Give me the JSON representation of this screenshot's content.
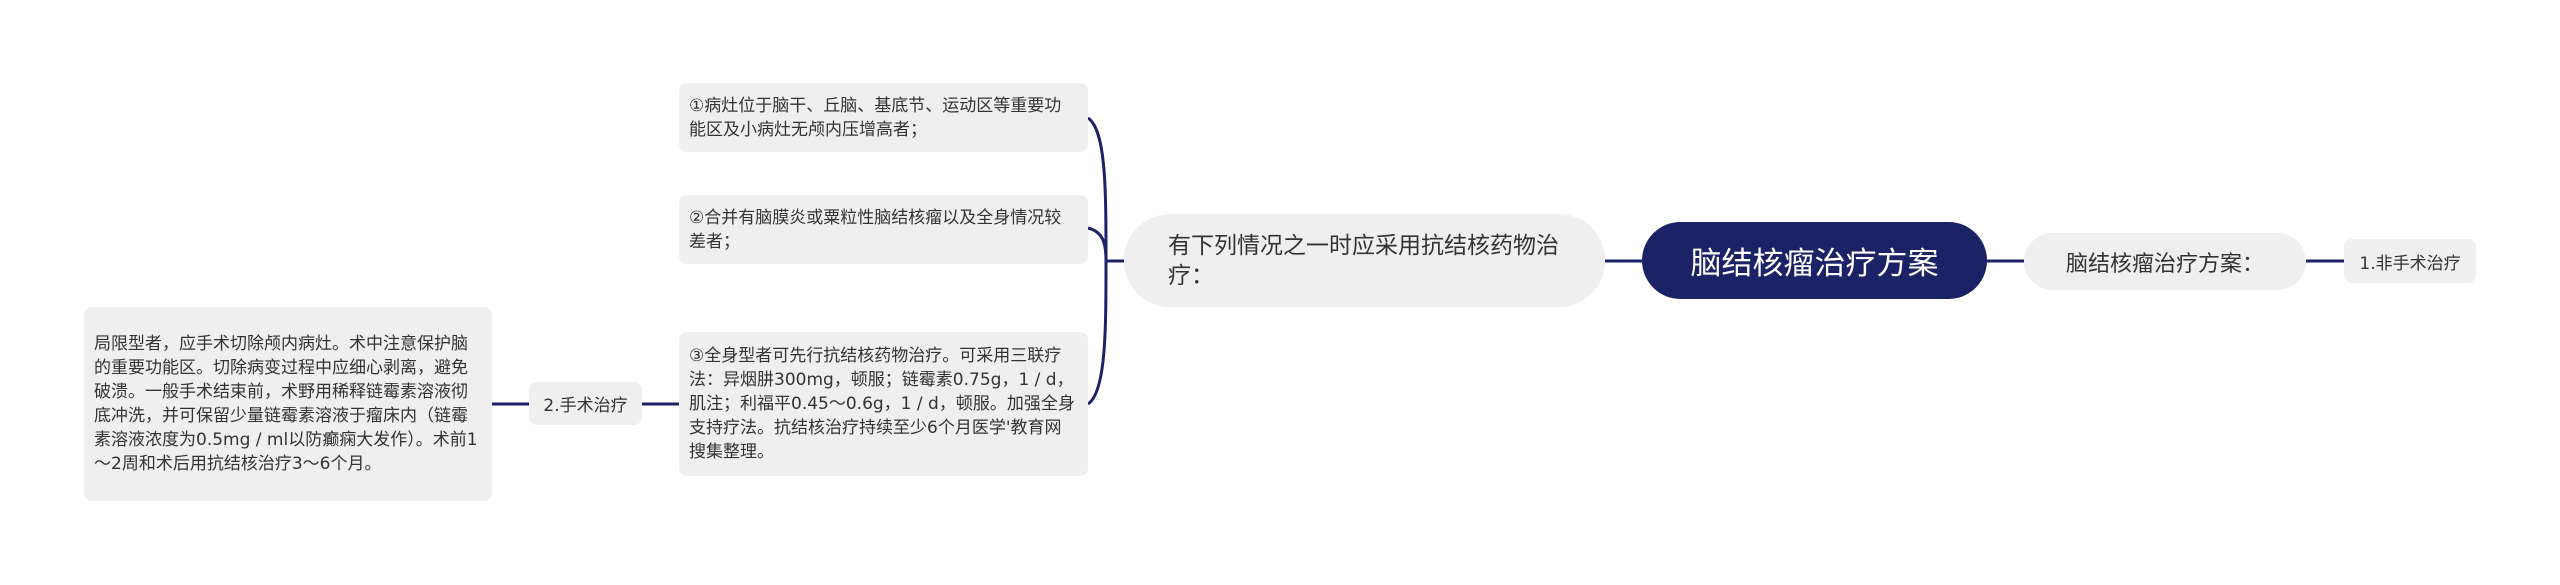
{
  "mindmap": {
    "root": {
      "label": "脑结核瘤治疗方案"
    },
    "right_branch": {
      "label": "脑结核瘤治疗方案：",
      "children": [
        {
          "label": "1.非手术治疗"
        }
      ]
    },
    "left_branch": {
      "label": "有下列情况之一时应采用抗结核药物治疗：",
      "children": [
        {
          "label": "①病灶位于脑干、丘脑、基底节、运动区等重要功能区及小病灶无颅内压增高者；"
        },
        {
          "label": "②合并有脑膜炎或粟粒性脑结核瘤以及全身情况较差者；"
        },
        {
          "label": "③全身型者可先行抗结核药物治疗。可采用三联疗法：异烟肼300mg，顿服；链霉素0.75g，1 / d，肌注；利福平0.45～0.6g，1 / d，顿服。加强全身支持疗法。抗结核治疗持续至少6个月医学'教育网搜集整理。",
          "children": [
            {
              "label": "2.手术治疗",
              "children": [
                {
                  "label": "局限型者，应手术切除颅内病灶。术中注意保护脑的重要功能区。切除病变过程中应细心剥离，避免破溃。一般手术结束前，术野用稀释链霉素溶液彻底冲洗，并可保留少量链霉素溶液于瘤床内（链霉素溶液浓度为0.5mg / ml以防癫痫大发作）。术前1～2周和术后用抗结核治疗3～6个月。"
                }
              ]
            }
          ]
        }
      ]
    }
  },
  "colors": {
    "root_fill": "#1b2266",
    "root_text": "#ffffff",
    "node_fill": "#efefef",
    "node_text": "#333333",
    "line": "#1b2266"
  }
}
